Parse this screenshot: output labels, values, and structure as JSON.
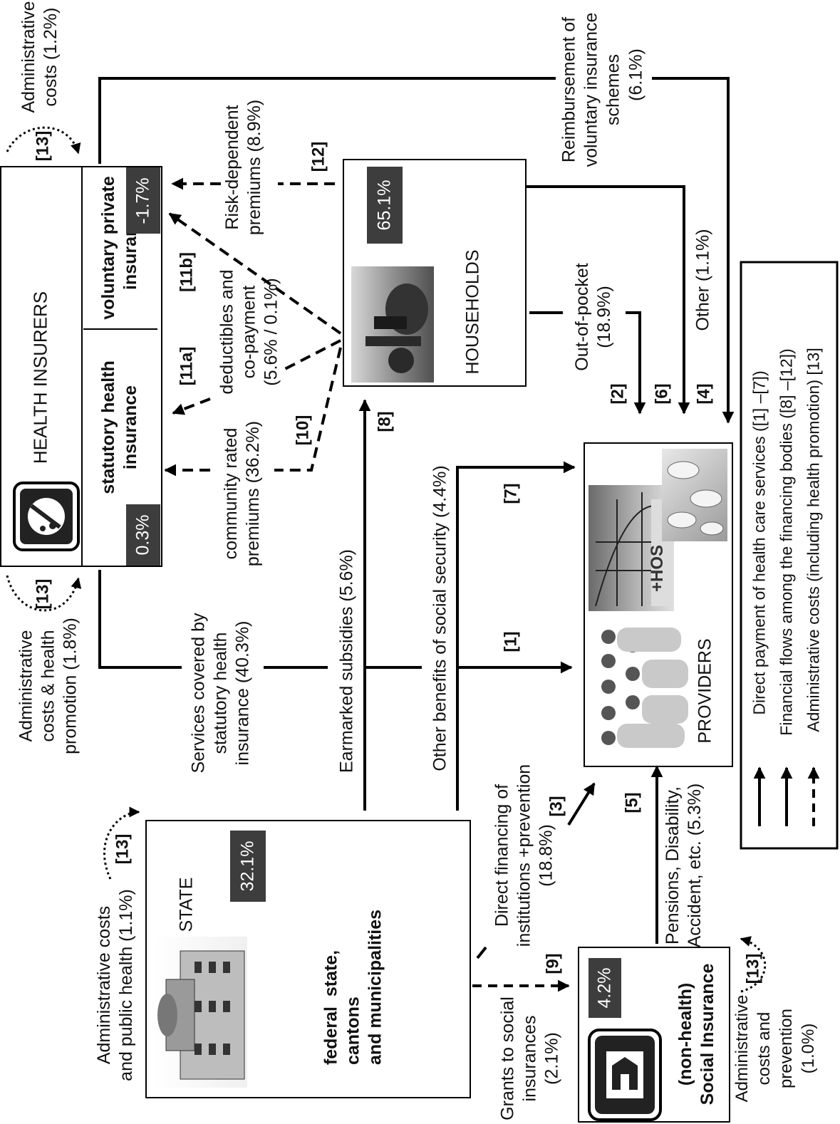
{
  "insurers": {
    "title": "HEALTH INSURERS",
    "statutory_label": "statutory health\ninsurance",
    "voluntary_label": "voluntary private\ninsurance",
    "statutory_pct": "0.3%",
    "voluntary_pct": "-1.7%",
    "admin_top": "Administrative\ncosts (1.2%)",
    "admin_bottom": "Administrative\ncosts & health\npromotion (1.8%)"
  },
  "households": {
    "title": "HOUSEHOLDS",
    "pct": "65.1%"
  },
  "providers": {
    "title": "PROVIDERS"
  },
  "state": {
    "title": "STATE",
    "pct": "32.1%",
    "subtitle": "federal  state,\ncantons\nand municipalities",
    "admin": "Administrative costs\nand public health (1.1%)"
  },
  "social_insurance": {
    "title": "(non-health)\nSocial Insurance",
    "pct": "4.2%",
    "admin": "Administrative\ncosts and\nprevention\n(1.0%)"
  },
  "flows": {
    "reimbursement": "Reimbursement of\nvoluntary insurance\nschemes",
    "reimbursement_pct": "(6.1%)",
    "risk_premiums": "Risk-dependent\npremiums (8.9%)",
    "deductibles": "deductibles and\nco-payment\n(5.6% / 0.1%)",
    "community_premiums": "community rated\npremiums (36.2%)",
    "out_of_pocket": "Out-of-pocket\n(18.9%)",
    "other": "Other (1.1%)",
    "services_statutory": "Services covered by\nstatutory health\ninsurance (40.3%)",
    "earmarked": "Earmarked subsidies (5.6%)",
    "other_benefits": "Other benefits of social security (4.4%)",
    "direct_financing": "Direct financing of\ninstitutions +prevention\n(18.8%)",
    "pensions": "Pensions, Disability,\nAccident, etc. (5.3%)",
    "grants": "Grants to social\ninsurances\n(2.1%)"
  },
  "tags": {
    "t1": "[1]",
    "t2": "[2]",
    "t3": "[3]",
    "t4": "[4]",
    "t5": "[5]",
    "t6": "[6]",
    "t7": "[7]",
    "t8": "[8]",
    "t9": "[9]",
    "t10": "[10]",
    "t11a": "[11a]",
    "t11b": "[11b]",
    "t12": "[12]",
    "t13": "[13]"
  },
  "legend": {
    "direct": "Direct payment of health care services ([1] –[7])",
    "flows": "Financial flows among the financing bodies ([8] –[12])",
    "admin": "Administrative costs (including health promotion) [13]"
  },
  "icons": [
    "insurer-shield-icon",
    "social-insurance-building-icon",
    "state-building-photo",
    "households-photo",
    "hospital-photo",
    "pills-photo",
    "doctors-photo"
  ]
}
